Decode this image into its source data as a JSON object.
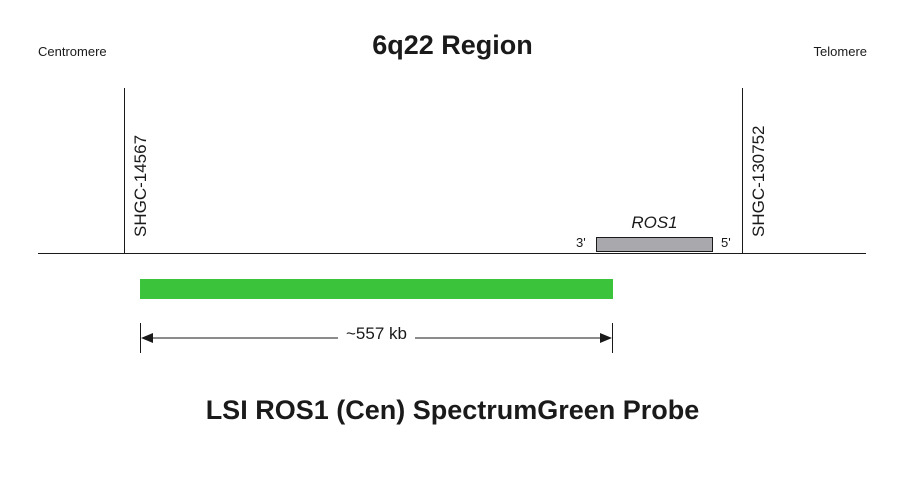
{
  "title": "6q22 Region",
  "ends": {
    "left": "Centromere",
    "right": "Telomere"
  },
  "markers": {
    "left": "SHGC-14567",
    "right": "SHGC-130752"
  },
  "gene": {
    "name": "ROS1",
    "three_prime": "3'",
    "five_prime": "5'",
    "fill": "#a9a9ad"
  },
  "probe": {
    "color": "#3cc33c",
    "size_label": "~557 kb"
  },
  "caption": "LSI ROS1 (Cen) SpectrumGreen Probe"
}
